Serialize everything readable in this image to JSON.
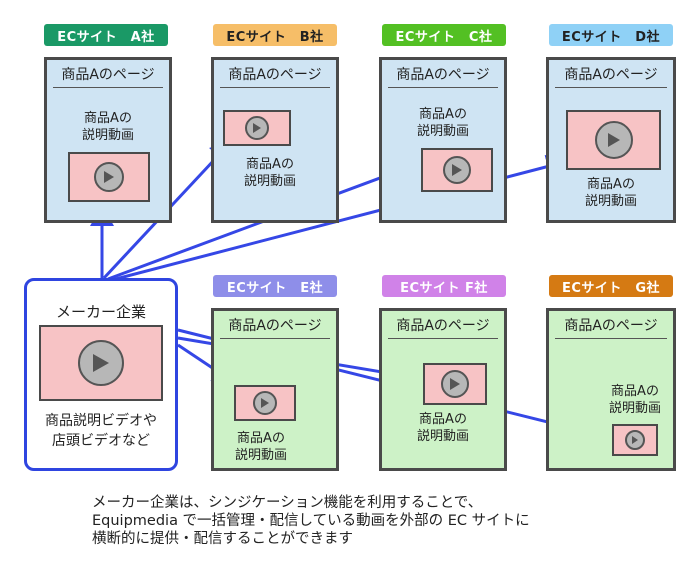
{
  "sites": [
    {
      "id": "a",
      "tag": "ECサイト　A社",
      "tag_bg": "#1a9966",
      "tag_fg": "#ffffff",
      "bg": "#cfe4f3"
    },
    {
      "id": "b",
      "tag": "ECサイト　B社",
      "tag_bg": "#f6be68",
      "tag_fg": "#222222",
      "bg": "#cfe4f3"
    },
    {
      "id": "c",
      "tag": "ECサイト　C社",
      "tag_bg": "#53c023",
      "tag_fg": "#ffffff",
      "bg": "#cfe4f3"
    },
    {
      "id": "d",
      "tag": "ECサイト　D社",
      "tag_bg": "#8fd1f6",
      "tag_fg": "#222222",
      "bg": "#cfe4f3"
    },
    {
      "id": "e",
      "tag": "ECサイト　E社",
      "tag_bg": "#8e8ee9",
      "tag_fg": "#ffffff",
      "bg": "#cdf2c7"
    },
    {
      "id": "f",
      "tag": "ECサイト F社",
      "tag_bg": "#d082e8",
      "tag_fg": "#ffffff",
      "bg": "#cdf2c7"
    },
    {
      "id": "g",
      "tag": "ECサイト　G社",
      "tag_bg": "#d57a13",
      "tag_fg": "#ffffff",
      "bg": "#cdf2c7"
    }
  ],
  "page_title": "商品Aのページ",
  "video_label_line1": "商品Aの",
  "video_label_line2": "説明動画",
  "maker": {
    "title": "メーカー企業",
    "desc_line1": "商品説明ビデオや",
    "desc_line2": "店頭ビデオなど"
  },
  "caption": [
    "メーカー企業は、シンジケーション機能を利用することで、",
    "Equipmedia で一括管理・配信している動画を外部の EC サイトに",
    "横断的に提供・配信することができます"
  ],
  "colors": {
    "arrow": "#3547e6",
    "video_bg": "#f7c3c5",
    "border": "#4a4a4a"
  }
}
